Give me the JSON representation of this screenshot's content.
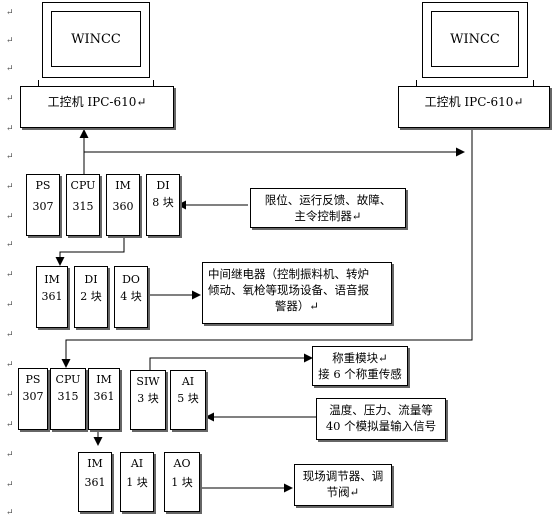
{
  "workstations": [
    {
      "screen": "WINCC",
      "pc": "工控机 IPC-610↵"
    },
    {
      "screen": "WINCC",
      "pc": "工控机 IPC-610↵"
    }
  ],
  "rack1": [
    {
      "l1": "PS",
      "l2": "307"
    },
    {
      "l1": "CPU",
      "l2": "315"
    },
    {
      "l1": "IM",
      "l2": "360"
    },
    {
      "l1": "DI",
      "l2": "8 块"
    }
  ],
  "rack2": [
    {
      "l1": "IM",
      "l2": "361"
    },
    {
      "l1": "DI",
      "l2": "2 块"
    },
    {
      "l1": "DO",
      "l2": "4 块"
    }
  ],
  "rack3": [
    {
      "l1": "PS",
      "l2": "307"
    },
    {
      "l1": "CPU",
      "l2": "315"
    },
    {
      "l1": "IM",
      "l2": "361"
    },
    {
      "l1": "SIW",
      "l2": "3 块"
    },
    {
      "l1": "AI",
      "l2": "5 块"
    }
  ],
  "rack4": [
    {
      "l1": "IM",
      "l2": "361"
    },
    {
      "l1": "AI",
      "l2": "1 块"
    },
    {
      "l1": "AO",
      "l2": "1 块"
    }
  ],
  "notes": {
    "limit": [
      "限位、运行反馈、故障、",
      "主令控制器↵"
    ],
    "relay": [
      "中间继电器（控制振料机、转炉",
      "倾动、氧枪等现场设备、语音报",
      "警器）↵"
    ],
    "weigh": [
      "称重模块↵",
      "接 6 个称重传感"
    ],
    "analog": [
      "温度、压力、流量等",
      "40 个模拟量输入信号"
    ],
    "valve": [
      "现场调节器、调",
      "节阀↵"
    ]
  },
  "margin_mark": "↵"
}
